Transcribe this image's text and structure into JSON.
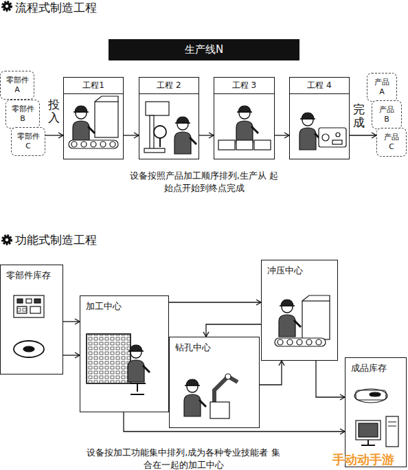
{
  "diagram": {
    "title": "流程式制造工程",
    "nodes": [
      {
        "text": [
          "生产线N"
        ]
      },
      {
        "text": [
          "零部件 A"
        ]
      },
      {
        "text": [
          "零部件 B"
        ]
      },
      {
        "text": [
          "零部件 C"
        ]
      },
      {
        "text": [
          "工程1"
        ]
      },
      {
        "text": [
          "工程 2"
        ]
      },
      {
        "text": [
          "工程 3"
        ]
      },
      {
        "text": [
          "工程 4"
        ]
      },
      {
        "text": [
          "产品 A"
        ]
      },
      {
        "text": [
          "产品 B"
        ]
      },
      {
        "text": [
          "产品 C"
        ]
      },
      {
        "text": [
          "零部件库存"
        ]
      },
      {
        "text": [
          "加工中心"
        ]
      },
      {
        "text": [
          "冲压中心"
        ]
      },
      {
        "text": [
          "钻孔中心"
        ]
      },
      {
        "text": [
          "成品库存"
        ]
      }
    ],
    "edges": [
      {
        "from": 3,
        "to": 4,
        "arrow": "to"
      },
      {
        "from": 4,
        "to": 5,
        "arrow": "to"
      },
      {
        "from": 5,
        "to": 6,
        "arrow": "to"
      },
      {
        "from": 6,
        "to": 7,
        "arrow": "to"
      },
      {
        "from": 7,
        "to": 10,
        "arrow": "to"
      },
      {
        "from": 11,
        "to": 12,
        "arrow": "to"
      },
      {
        "from": 11,
        "to": 12,
        "arrow": "to"
      },
      {
        "from": 12,
        "to": 13,
        "arrow": "to"
      },
      {
        "from": 13,
        "to": 14,
        "arrow": "to"
      },
      {
        "from": 14,
        "to": 13,
        "arrow": "to"
      },
      {
        "from": 13,
        "to": 15,
        "arrow": "to"
      },
      {
        "from": 12,
        "to": 15,
        "arrow": "to"
      }
    ],
    "labels": [
      "投入",
      "完成",
      "设备按照产品加工顺序排列,生产从 起始点开始到终点完成",
      "功能式制造工程",
      "设备按加工功能集中排列,成为各种专业技能者 集合在一起的加工中心",
      "手动动手游"
    ]
  }
}
